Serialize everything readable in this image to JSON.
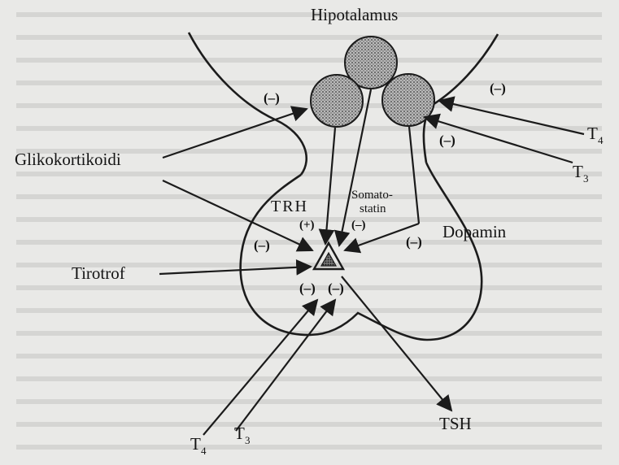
{
  "diagram": {
    "top_label": "Hipotalamus",
    "left_labels": {
      "glucocorticoids": "Glikokortikoidi",
      "thyrotroph": "Tirotrof"
    },
    "right_labels": {
      "t4": "T",
      "t4_sub": "4",
      "t3": "T",
      "t3_sub": "3",
      "dopamine": "Dopamin"
    },
    "center_labels": {
      "trh": "TRH",
      "somatostatin_line1": "Somato-",
      "somatostatin_line2": "statin"
    },
    "bottom_labels": {
      "t4": "T",
      "t4_sub": "4",
      "t3": "T",
      "t3_sub": "3",
      "tsh": "TSH"
    },
    "signs": {
      "neg": "(–)",
      "pos": "(+)"
    },
    "colors": {
      "ink": "#1b1b1b",
      "paper": "#e9e9e7",
      "neuron_fill": "#9a9a9a"
    }
  }
}
